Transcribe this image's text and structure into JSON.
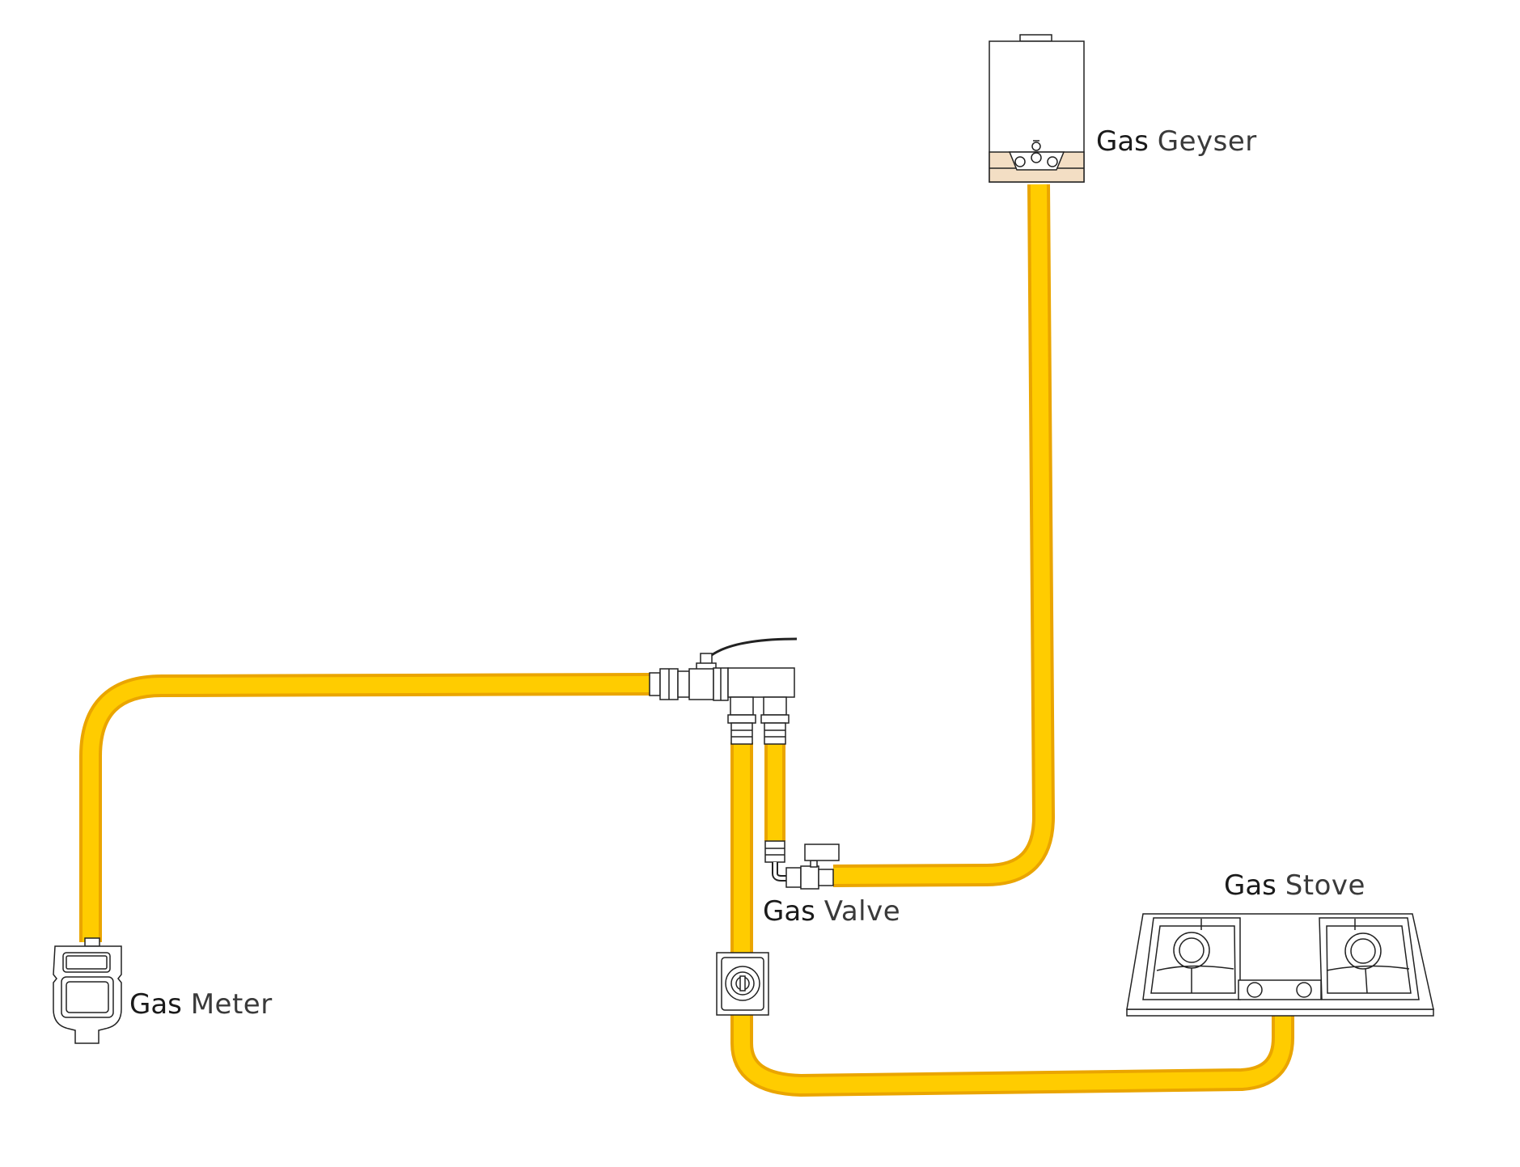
{
  "colors": {
    "pipe": "#FFCC00",
    "pipe_outline": "#EAA500",
    "line": "#222222",
    "tan": "#F3DEC4",
    "background": "#FFFFFF"
  },
  "labels": {
    "geyser": {
      "word1": "Gas",
      "word2": "Geyser"
    },
    "valve": {
      "word1": "Gas",
      "word2": "Valve"
    },
    "meter": {
      "word1": "Gas",
      "word2": "Meter"
    },
    "stove": {
      "word1": "Gas",
      "word2": "Stove"
    }
  },
  "icons": [
    "gas-meter-icon",
    "gas-geyser-icon",
    "gas-stove-icon",
    "manifold-ball-valve-icon",
    "gas-valve-icon",
    "wall-outlet-icon"
  ]
}
